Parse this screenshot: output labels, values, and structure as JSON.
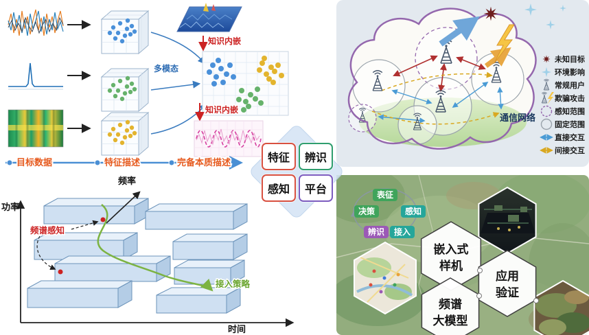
{
  "top_left": {
    "multimodal": "多模态",
    "knowledge_embed_1": "知识内嵌",
    "knowledge_embed_2": "知识内嵌",
    "stage_1": "目标数据",
    "stage_2": "特征描述",
    "stage_3": "完备本质描述"
  },
  "top_right": {
    "network_label": "通信网络",
    "legend": [
      {
        "icon": "burst-icon",
        "label": "未知目标"
      },
      {
        "icon": "sparkle-icon",
        "label": "环境影响"
      },
      {
        "icon": "antenna-icon",
        "label": "常规用户"
      },
      {
        "icon": "attack-antenna-icon",
        "label": "欺骗攻击"
      },
      {
        "icon": "wavy-circle-icon",
        "label": "感知范围"
      },
      {
        "icon": "circle-icon",
        "label": "固定范围"
      },
      {
        "icon": "blue-arrow-icon",
        "label": "直接交互"
      },
      {
        "icon": "yellow-dashed-arrow-icon",
        "label": "间接交互"
      }
    ]
  },
  "center_diamond": {
    "items": [
      {
        "label": "特征",
        "color": "#d85040"
      },
      {
        "label": "辨识",
        "color": "#2f9e6e"
      },
      {
        "label": "感知",
        "color": "#d85040"
      },
      {
        "label": "平台",
        "color": "#7c5cbf"
      }
    ]
  },
  "bottom_left": {
    "axis_frequency": "频率",
    "axis_power": "功率",
    "axis_time": "时间",
    "sensing_label": "频谱感知",
    "access_label": "接入策略"
  },
  "bottom_right": {
    "flow": {
      "center": "表征",
      "left": "决策",
      "right": "感知",
      "bottom_left": "辨识",
      "bottom_right": "接入"
    },
    "hex_prototype": {
      "line1": "嵌入式",
      "line2": "样机"
    },
    "hex_application": {
      "line1": "应用",
      "line2": "验证"
    },
    "hex_model": {
      "line1": "频谱",
      "line2": "大模型"
    }
  },
  "colors": {
    "timeline_blue": "#4a8fd4",
    "stage_label_orange": "#e65a1e",
    "knowledge_embed_red": "#cc2222",
    "multimodal_blue": "#2e6db4",
    "cloud_purple": "#9467ad",
    "network_label_navy": "#17365d",
    "sensing_red": "#cc2222",
    "access_green": "#6aa52f",
    "flow_green": "#3fa45b",
    "flow_teal": "#26a69a",
    "flow_purple": "#9b59b6",
    "block_blue": "#cfe0f2",
    "diamond_fill": "#d4e3f5"
  }
}
